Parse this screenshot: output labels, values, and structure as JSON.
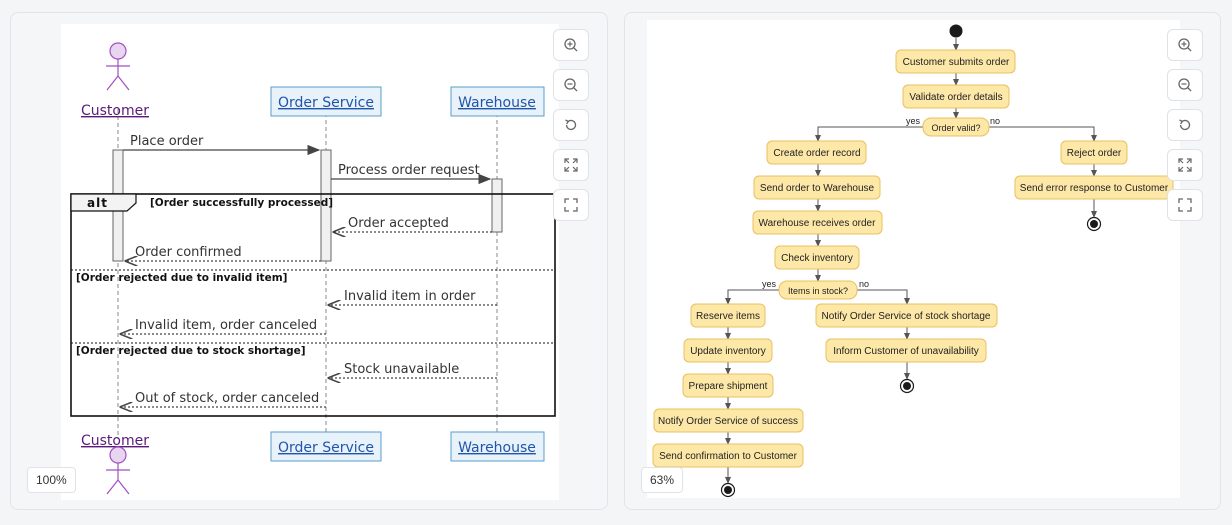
{
  "sequence_panel": {
    "zoom_label": "100%",
    "participants": {
      "customer": "Customer",
      "order_service": "Order Service",
      "warehouse": "Warehouse"
    },
    "messages": {
      "place_order": "Place order",
      "process_order_request": "Process order request",
      "order_accepted": "Order accepted",
      "order_confirmed": "Order confirmed",
      "invalid_item_in_order": "Invalid item in order",
      "invalid_item_canceled": "Invalid item, order canceled",
      "stock_unavailable": "Stock unavailable",
      "out_of_stock_canceled": "Out of stock, order canceled"
    },
    "fragment": {
      "operator": "alt",
      "guard_1": "[Order successfully processed]",
      "guard_2": "[Order rejected due to invalid item]",
      "guard_3": "[Order rejected due to stock shortage]"
    }
  },
  "activity_panel": {
    "zoom_label": "63%",
    "nodes": {
      "customer_submits": "Customer submits order",
      "validate_details": "Validate order details",
      "order_valid": "Order valid?",
      "create_record": "Create order record",
      "send_to_warehouse": "Send order to Warehouse",
      "warehouse_receives": "Warehouse receives order",
      "check_inventory": "Check inventory",
      "items_in_stock": "Items in stock?",
      "reserve_items": "Reserve items",
      "update_inventory": "Update inventory",
      "prepare_shipment": "Prepare shipment",
      "notify_success": "Notify Order Service of success",
      "send_confirmation": "Send confirmation to Customer",
      "notify_shortage": "Notify Order Service of stock shortage",
      "inform_unavailability": "Inform Customer of unavailability",
      "reject_order": "Reject order",
      "send_error": "Send error response to Customer"
    },
    "branch_labels": {
      "yes": "yes",
      "no": "no"
    }
  },
  "toolbar_icons": [
    "zoom-in-icon",
    "zoom-out-icon",
    "reset-icon",
    "expand-icon",
    "fullscreen-icon"
  ],
  "colors": {
    "actor_fill": "#e8d5f0",
    "actor_stroke": "#a050c0",
    "participant_fill": "#e8f2fa",
    "participant_stroke": "#5a9ccc",
    "link_text": "#2255aa",
    "node_fill": "#fde8a8",
    "node_stroke": "#e8c060"
  }
}
